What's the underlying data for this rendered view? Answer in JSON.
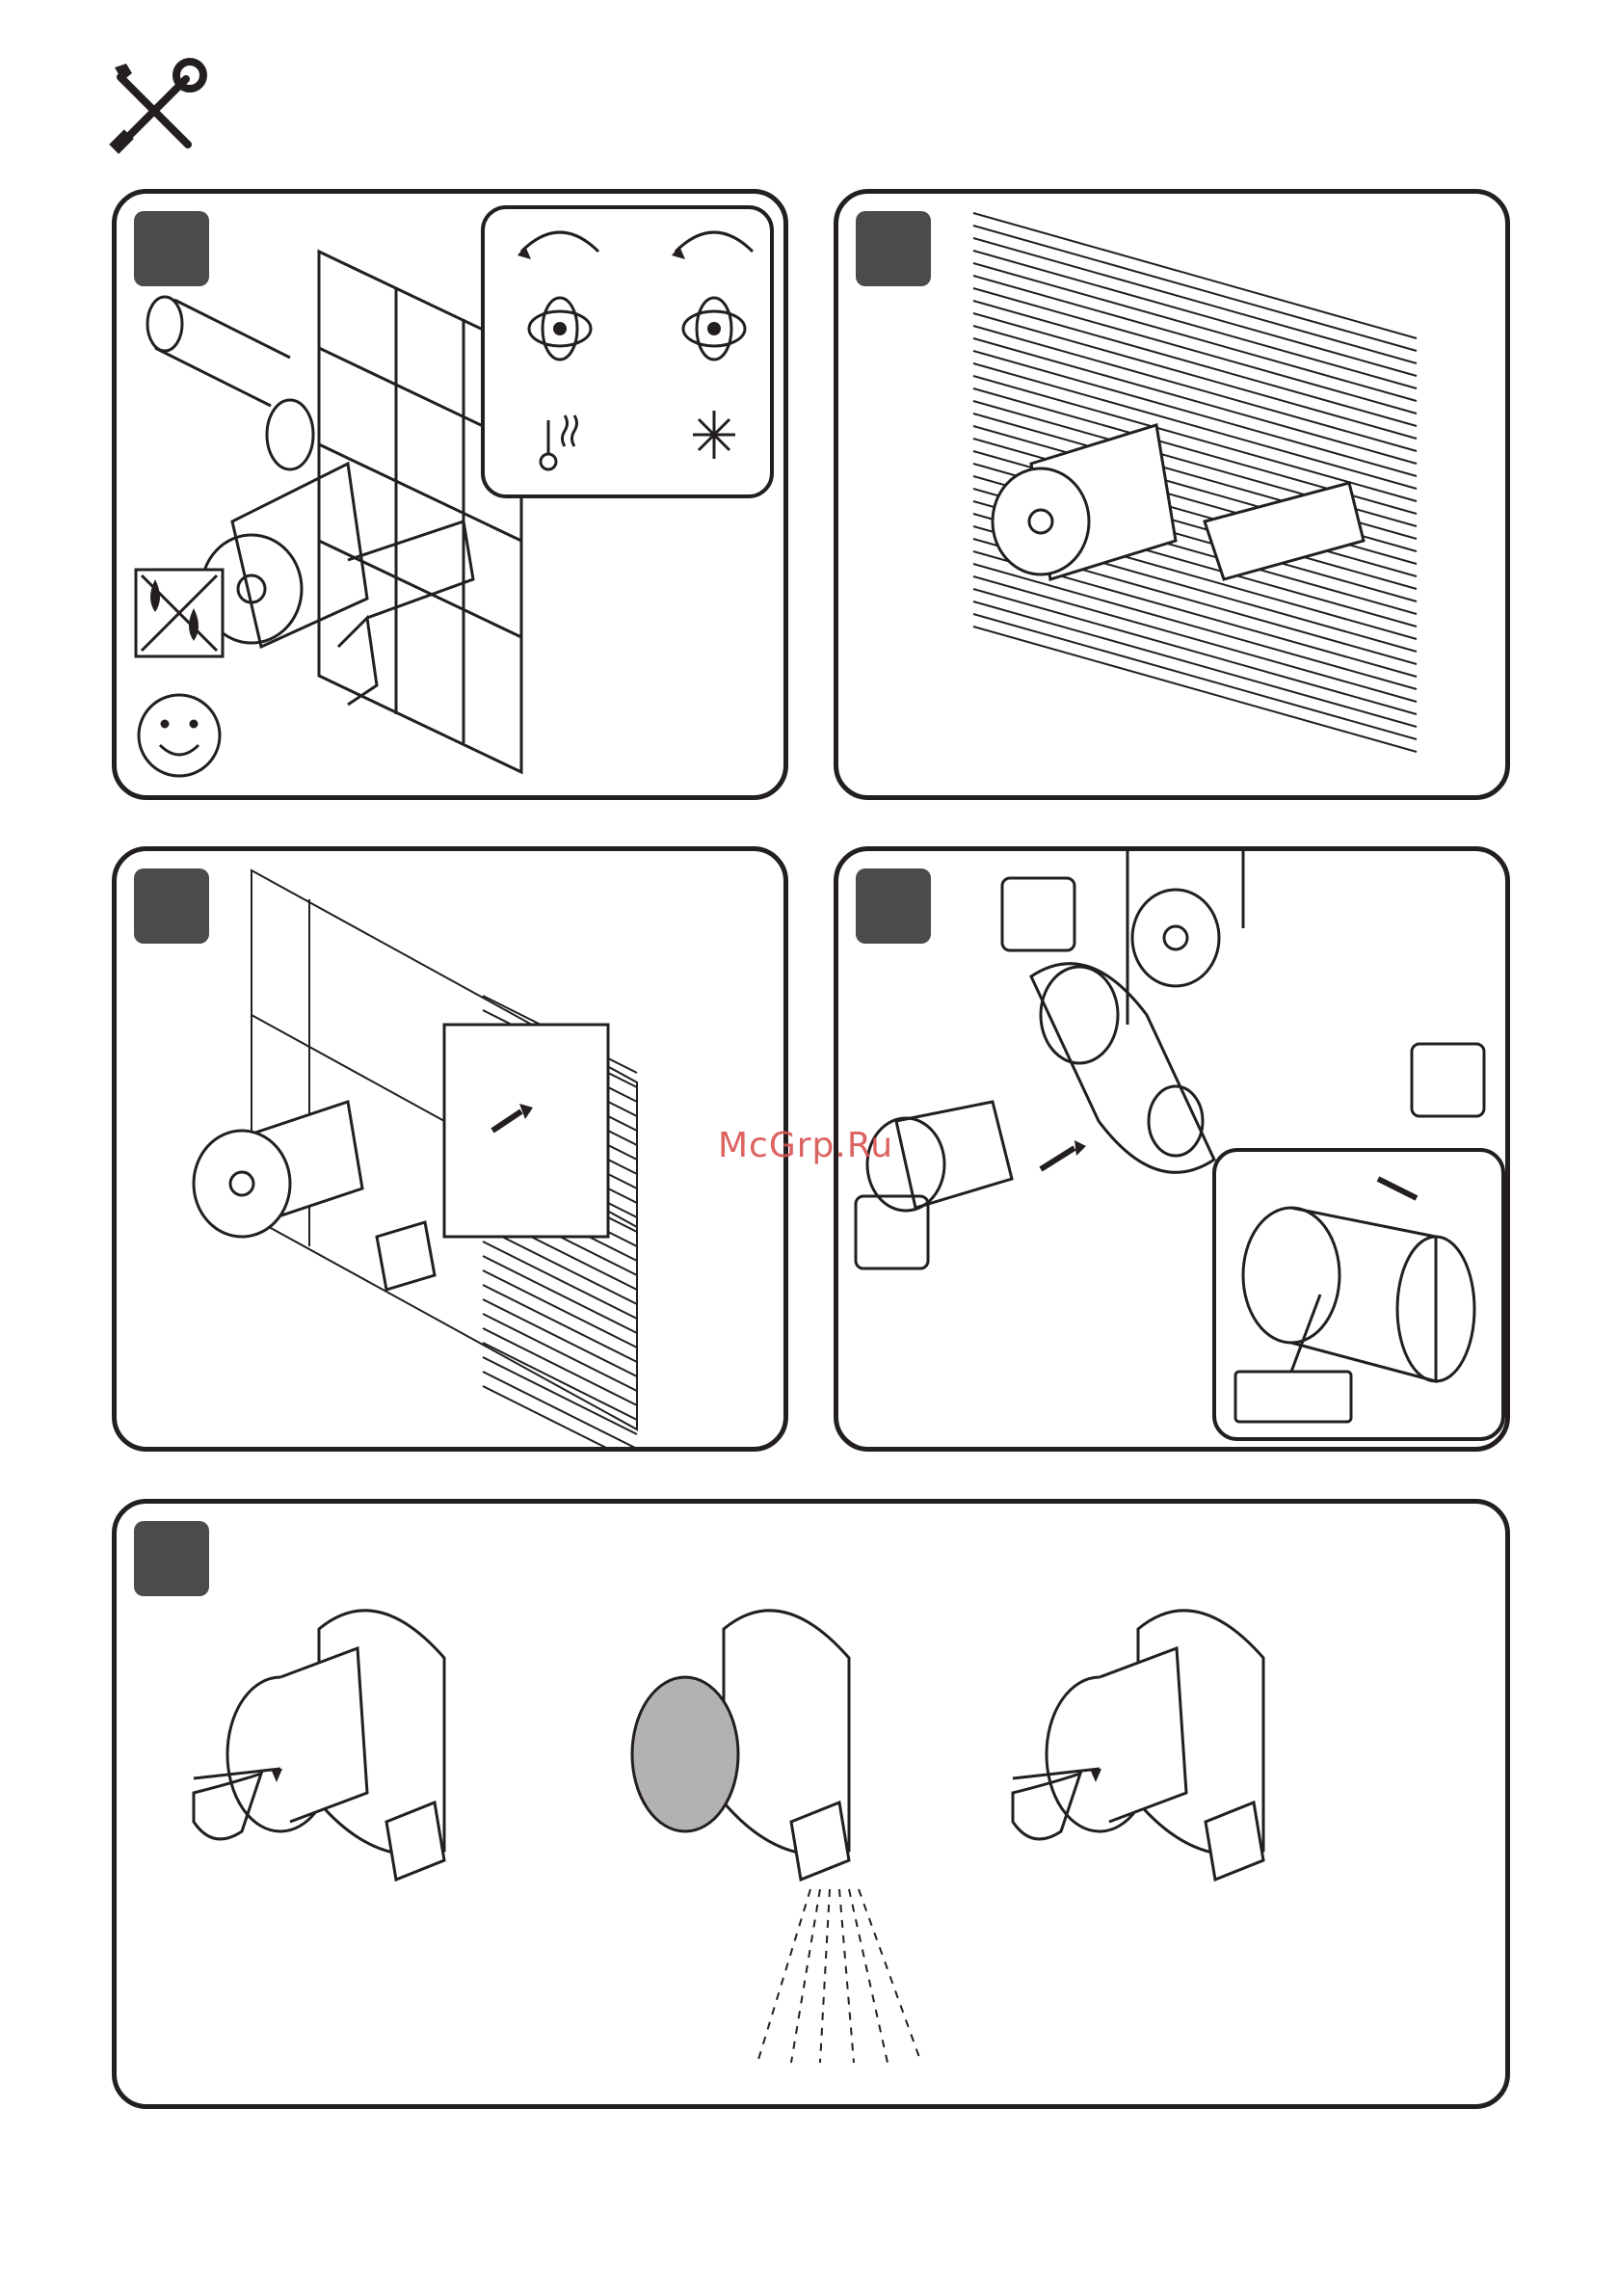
{
  "header": {
    "icon": "tools-icon"
  },
  "panels": [
    {
      "id": "panel-1",
      "badge": "step-badge",
      "inset": [
        "rotate-ccw-icon",
        "flow-icon",
        "hot-icon",
        "cold-icon"
      ],
      "icons": [
        "no-water-icon",
        "smiley-icon"
      ]
    },
    {
      "id": "panel-2",
      "badge": "step-badge"
    },
    {
      "id": "panel-3",
      "badge": "step-badge"
    },
    {
      "id": "panel-4",
      "badge": "step-badge",
      "callout_boxes": 3,
      "detail_label": ""
    },
    {
      "id": "panel-5",
      "badge": "step-badge"
    }
  ],
  "watermark": {
    "text": "McGrp.Ru",
    "color": "#d9534f"
  },
  "footer": {
    "text": ""
  }
}
